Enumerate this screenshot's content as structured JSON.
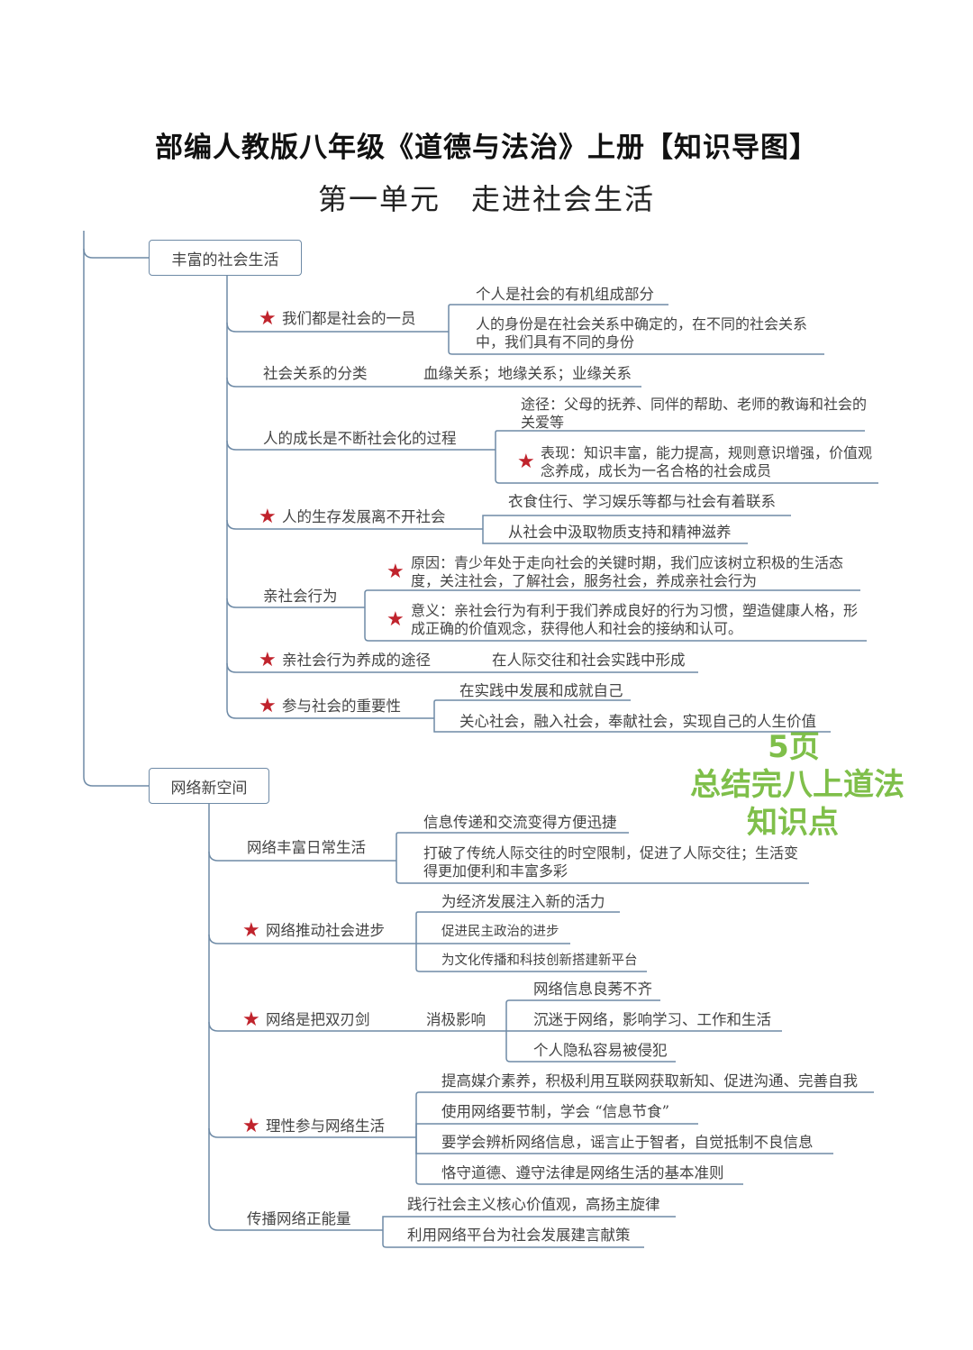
{
  "title": "部编人教版八年级《道德与法治》上册【知识导图】",
  "subtitle": "第一单元　走进社会生活",
  "sections": {
    "s1": {
      "label": "丰富的社会生活",
      "b1": {
        "label": "我们都是社会的一员",
        "c1": "个人是社会的有机组成部分",
        "c2": "人的身份是在社会关系中确定的，在不同的社会关系中，我们具有不同的身份"
      },
      "b2": {
        "label": "社会关系的分类",
        "c1": "血缘关系；地缘关系；业缘关系"
      },
      "b3": {
        "label": "人的成长是不断社会化的过程",
        "c1": "途径：父母的抚养、同伴的帮助、老师的教诲和社会的关爱等",
        "c2": "表现：知识丰富，能力提高，规则意识增强，价值观念养成，成长为一名合格的社会成员"
      },
      "b4": {
        "label": "人的生存发展离不开社会",
        "c1": "衣食住行、学习娱乐等都与社会有着联系",
        "c2": "从社会中汲取物质支持和精神滋养"
      },
      "b5": {
        "label": "亲社会行为",
        "c1": "原因：青少年处于走向社会的关键时期，我们应该树立积极的生活态度，关注社会，了解社会，服务社会，养成亲社会行为",
        "c2": "意义：亲社会行为有利于我们养成良好的行为习惯，塑造健康人格，形成正确的价值观念，获得他人和社会的接纳和认可。"
      },
      "b6": {
        "label": "亲社会行为养成的途径",
        "c1": "在人际交往和社会实践中形成"
      },
      "b7": {
        "label": "参与社会的重要性",
        "c1": "在实践中发展和成就自己",
        "c2": "关心社会，融入社会，奉献社会，实现自己的人生价值"
      }
    },
    "s2": {
      "label": "网络新空间",
      "b1": {
        "label": "网络丰富日常生活",
        "c1": "信息传递和交流变得方便迅捷",
        "c2": "打破了传统人际交往的时空限制，促进了人际交往；生活变得更加便利和丰富多彩"
      },
      "b2": {
        "label": "网络推动社会进步",
        "c1": "为经济发展注入新的活力",
        "c2": "促进民主政治的进步",
        "c3": "为文化传播和科技创新搭建新平台"
      },
      "b3": {
        "label": "网络是把双刃剑",
        "mid": "消极影响",
        "c1": "网络信息良莠不齐",
        "c2": "沉迷于网络，影响学习、工作和生活",
        "c3": "个人隐私容易被侵犯"
      },
      "b4": {
        "label": "理性参与网络生活",
        "c1": "提高媒介素养，积极利用互联网获取新知、促进沟通、完善自我",
        "c2": "使用网络要节制，学会  “信息节食”",
        "c3": "要学会辨析网络信息，谣言止于智者，自觉抵制不良信息",
        "c4": "恪守道德、遵守法律是网络生活的基本准则"
      },
      "b5": {
        "label": "传播网络正能量",
        "c1": "践行社会主义核心价值观，高扬主旋律",
        "c2": "利用网络平台为社会发展建言献策"
      }
    }
  },
  "overlay": {
    "line1": "5页",
    "line2": "总结完八上道法",
    "line3": "知识点"
  },
  "colors": {
    "line": "#6e8aa6",
    "star": "#c0232c",
    "overlay": "#7fbf4a"
  }
}
